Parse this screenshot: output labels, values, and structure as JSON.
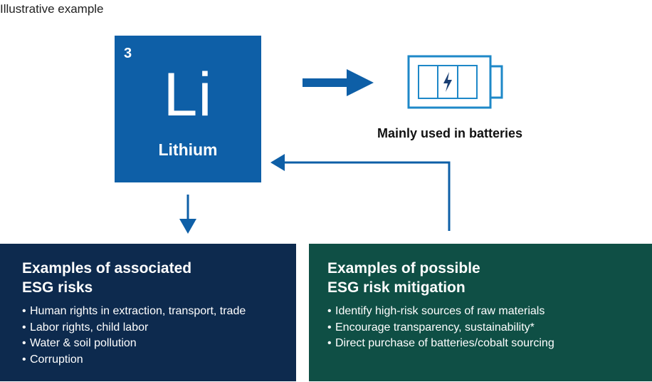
{
  "caption": "Illustrative example",
  "element": {
    "atomic_number": "3",
    "symbol": "Li",
    "name": "Lithium"
  },
  "battery": {
    "label": "Mainly used in batteries",
    "icon": "battery-charging-icon"
  },
  "risks_panel": {
    "title_line1": "Examples of associated",
    "title_line2": "ESG risks",
    "items": [
      "Human rights in extraction, transport, trade",
      "Labor rights, child labor",
      "Water & soil pollution",
      "Corruption"
    ]
  },
  "mitigation_panel": {
    "title_line1": "Examples of possible",
    "title_line2": "ESG risk mitigation",
    "items": [
      "Identify high-risk sources of raw materials",
      "Encourage transparency, sustainability*",
      "Direct purchase of batteries/cobalt sourcing"
    ]
  },
  "colors": {
    "element_blue": "#0e5fa7",
    "arrow_blue": "#0e5fa7",
    "battery_blue": "#1e88c8",
    "risks_navy": "#0d2a4e",
    "mitigation_green": "#0f4f45"
  },
  "bullet": "•"
}
